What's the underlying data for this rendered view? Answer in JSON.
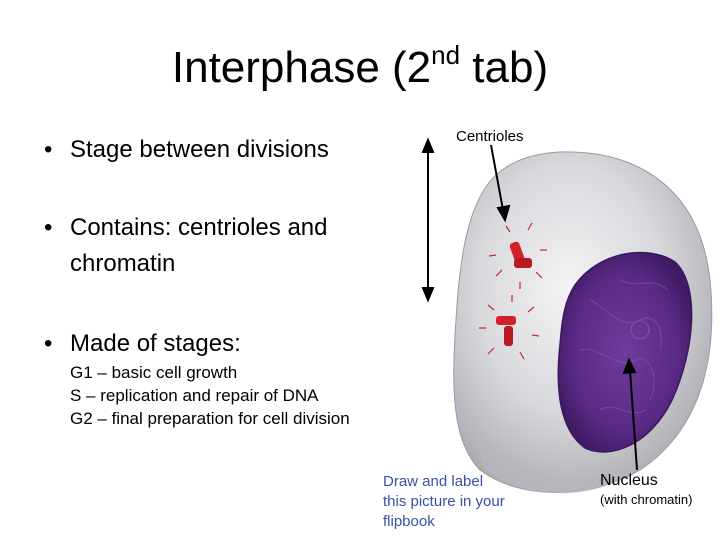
{
  "title": {
    "main": "Interphase (2",
    "sup": "nd",
    "end": " tab)"
  },
  "bullets": [
    {
      "text": "Stage between divisions"
    },
    {
      "text": "Contains: centrioles and",
      "text2": "chromatin"
    },
    {
      "text": "Made of stages:"
    }
  ],
  "stages": [
    "G1 – basic cell growth",
    "S – replication and repair of DNA",
    "G2 – final preparation for cell division"
  ],
  "labels": {
    "centrioles": "Centrioles",
    "nucleus": "Nucleus",
    "nucleus_sub": "(with chromatin)"
  },
  "note": "Draw and label\nthis picture in your\nflipbook",
  "bullet_glyph": "•",
  "colors": {
    "note": "#3a4fa8",
    "nucleus": "#5b2a86",
    "centriole": "#d4202a"
  }
}
